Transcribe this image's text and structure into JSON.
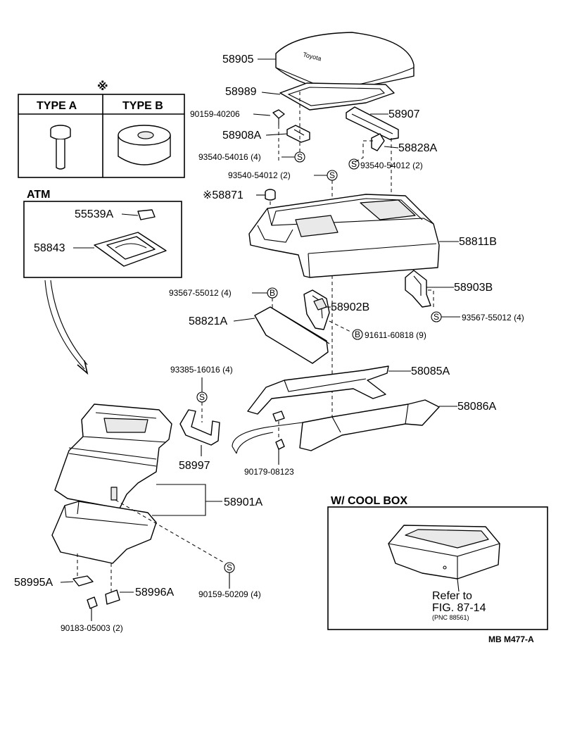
{
  "header_mark": "※",
  "type_table": {
    "type_a": "TYPE A",
    "type_b": "TYPE B"
  },
  "atm": {
    "title": "ATM",
    "p1": "55539A",
    "p2": "58843"
  },
  "cool_box": {
    "title": "W/ COOL  BOX",
    "ref1": "Refer to",
    "ref2": "FIG. 87-14",
    "ref3": "(PNC 88561)"
  },
  "diagram_code": "MB  M477-A",
  "parts": {
    "p58905": "58905",
    "p58989": "58989",
    "p90159_40206": "90159-40206",
    "p58907": "58907",
    "p58908A": "58908A",
    "p58828A": "58828A",
    "p93540_54016": "93540-54016 (4)",
    "p93540_54012_r": "93540-54012 (2)",
    "p93540_54012_l": "93540-54012 (2)",
    "p58871": "※58871",
    "p58811B": "58811B",
    "p58903B": "58903B",
    "p93567_55012_l": "93567-55012 (4)",
    "p93567_55012_r": "93567-55012 (4)",
    "p58902B": "58902B",
    "p58821A": "58821A",
    "p91611_60818": "91611-60818 (9)",
    "p58085A": "58085A",
    "p93385_16016": "93385-16016 (4)",
    "p58086A": "58086A",
    "p58997": "58997",
    "p90179_08123": "90179-08123",
    "p58901A": "58901A",
    "p58995A": "58995A",
    "p58996A": "58996A",
    "p90159_50209": "90159-50209 (4)",
    "p90183_05003": "90183-05003 (2)"
  },
  "symbols": {
    "s": "S",
    "b": "B"
  }
}
